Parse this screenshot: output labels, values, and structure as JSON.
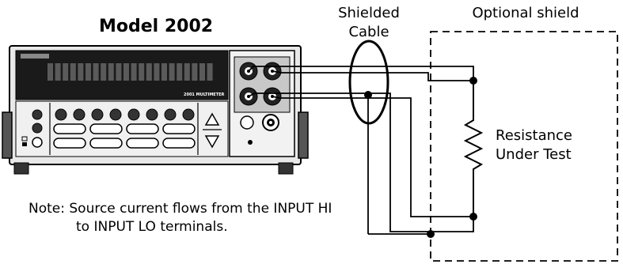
{
  "diagram": {
    "title": "Model 2002",
    "cable_label_1": "Shielded",
    "cable_label_2": "Cable",
    "shield_label": "Optional shield",
    "resistor_label_1": "Resistance",
    "resistor_label_2": "Under Test",
    "note_line_1": "Note:  Source current flows from the INPUT HI",
    "note_line_2": "to INPUT LO terminals.",
    "panel_badge": "2001 MULTIMETER"
  }
}
